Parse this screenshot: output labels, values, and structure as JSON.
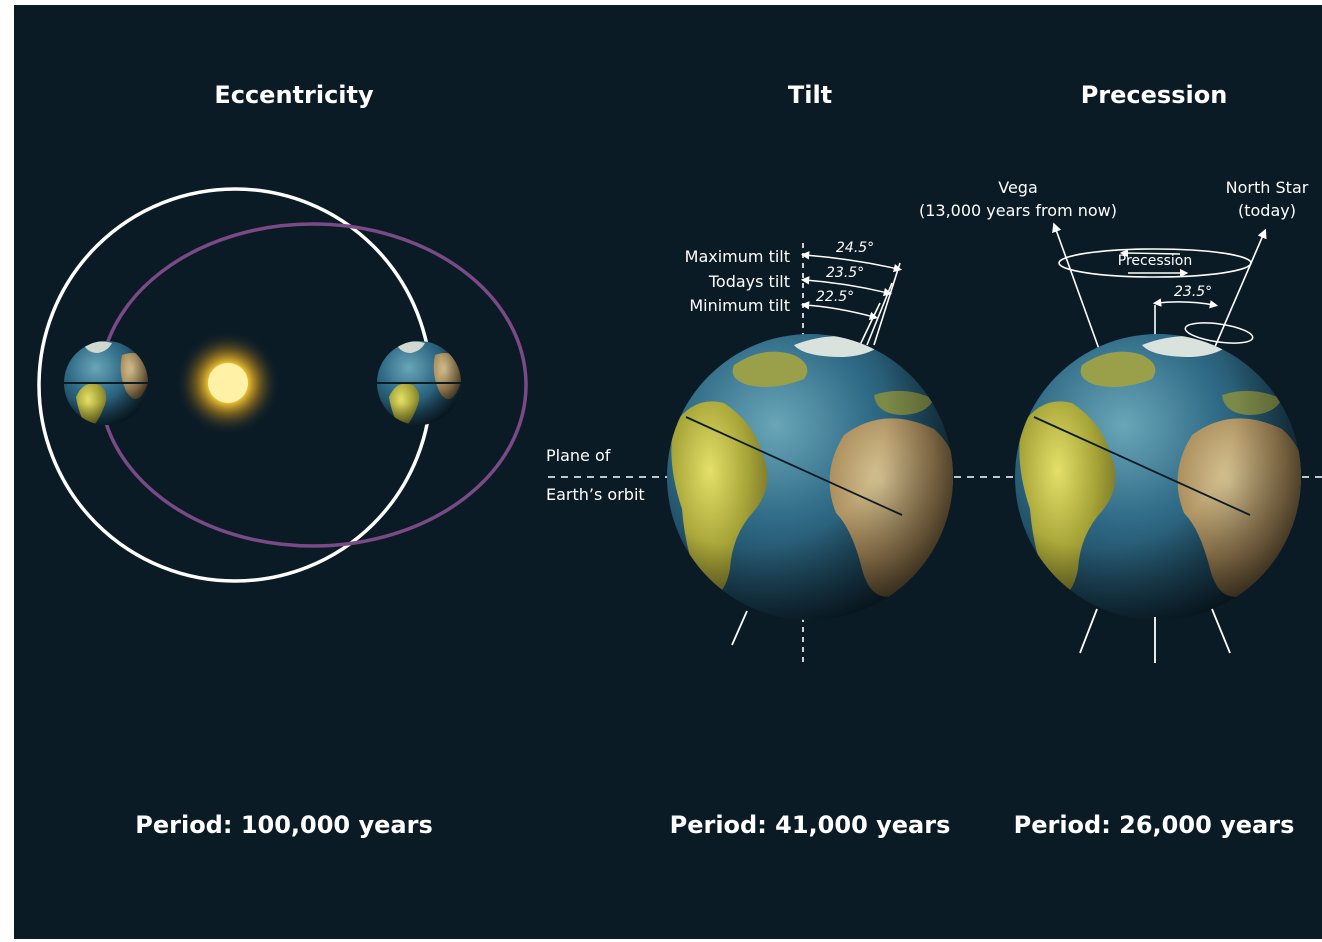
{
  "headings": {
    "eccentricity": "Eccentricity",
    "tilt": "Tilt",
    "precession": "Precession"
  },
  "periods": {
    "eccentricity": "Period: 100,000 years",
    "tilt": "Period: 41,000 years",
    "precession": "Period: 26,000 years"
  },
  "tilt_labels": {
    "maximum": "Maximum tilt",
    "today": "Todays tilt",
    "minimum": "Minimum tilt",
    "max_deg": "24.5°",
    "today_deg": "23.5°",
    "min_deg": "22.5°"
  },
  "plane_label": {
    "line1": "Plane of",
    "line2": "Earth’s orbit"
  },
  "precession_labels": {
    "vega_line1": "Vega",
    "vega_line2": "(13,000 years from now)",
    "north_line1": "North Star",
    "north_line2": "(today)",
    "circle_label": "Precession",
    "deg": "23.5°"
  },
  "colors": {
    "background": "#0b1b26",
    "circular_orbit": "#ffffff",
    "elliptical_orbit": "#7a4a86",
    "sun": "#ffd23a",
    "ocean": "#2f6a86",
    "land": "#b7b13a"
  }
}
